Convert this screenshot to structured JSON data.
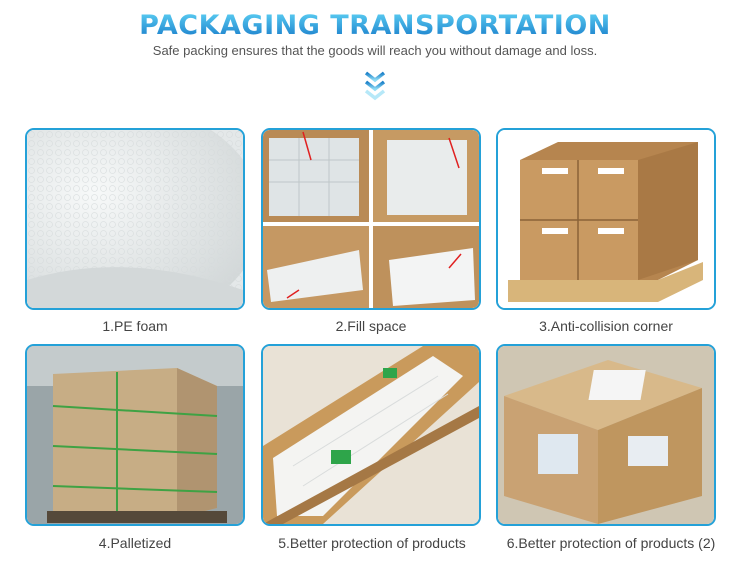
{
  "header": {
    "title": "PACKAGING TRANSPORTATION",
    "subtitle": "Safe packing ensures that the goods will reach you without damage and loss."
  },
  "icons": {
    "divider": "double-chevron-down-icon"
  },
  "colors": {
    "accent": "#24a1d8",
    "title_top": "#5fd3f5",
    "title_bottom": "#1578c8"
  },
  "cards": [
    {
      "caption": "1.PE foam"
    },
    {
      "caption": "2.Fill space"
    },
    {
      "caption": "3.Anti-collision corner"
    },
    {
      "caption": "4.Palletized"
    },
    {
      "caption": "5.Better protection of products"
    },
    {
      "caption": "6.Better protection of products (2)"
    }
  ]
}
